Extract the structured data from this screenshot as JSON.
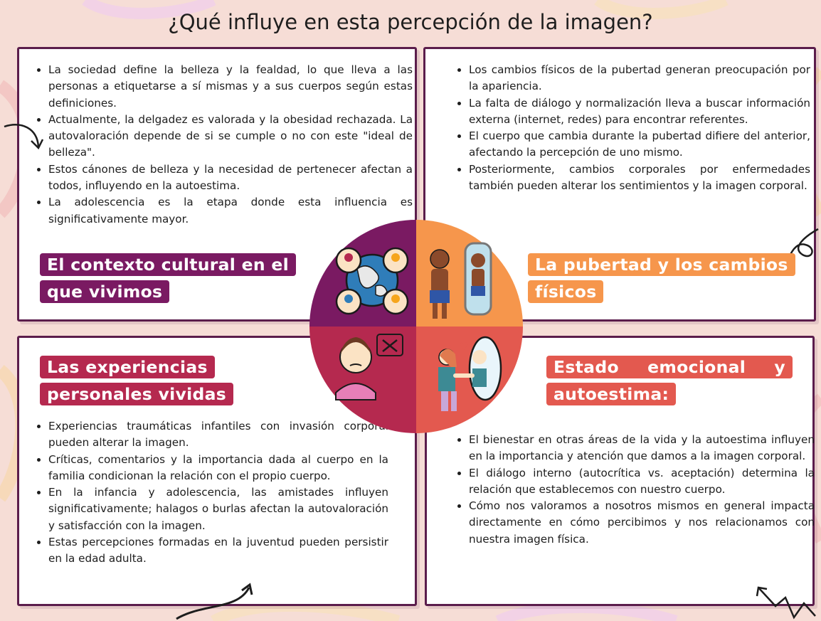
{
  "title": "¿Qué influye en esta percepción de la imagen?",
  "colors": {
    "cultural": "#7a1a62",
    "puberty": "#f6964c",
    "experiences": "#b5294f",
    "emotional": "#e3594f",
    "border": "#5b1d4c"
  },
  "sections": {
    "cultural": {
      "label": "El contexto cultural en el que vivimos",
      "bullets": [
        "La sociedad define la belleza y la fealdad, lo que lleva a las personas a etiquetarse a sí mismas y a sus cuerpos según estas definiciones.",
        "Actualmente, la delgadez es valorada y la obesidad rechazada. La autovaloración depende de si se cumple o no con este \"ideal de belleza\".",
        "Estos cánones de belleza y la necesidad de pertenecer afectan a todos, influyendo en la autoestima.",
        "La adolescencia es la etapa donde esta influencia es significativamente mayor."
      ]
    },
    "puberty": {
      "label": "La pubertad y los cambios físicos",
      "bullets": [
        "Los cambios físicos de la pubertad generan preocupación por la apariencia.",
        "La falta de diálogo y normalización lleva a buscar información externa (internet, redes) para encontrar referentes.",
        "El cuerpo que cambia durante la pubertad difiere del anterior, afectando la percepción de uno mismo.",
        "Posteriormente, cambios corporales por enfermedades también pueden alterar los sentimientos y la imagen corporal."
      ]
    },
    "experiences": {
      "label": "Las experiencias personales vividas",
      "bullets": [
        "Experiencias traumáticas infantiles con invasión corporal pueden alterar la imagen.",
        "Críticas, comentarios y la importancia dada al cuerpo en la familia condicionan la relación con el propio cuerpo.",
        "En la infancia y adolescencia, las amistades influyen significativamente; halagos o burlas afectan la autovaloración y satisfacción con la imagen.",
        "Estas percepciones formadas en la juventud pueden persistir en la edad adulta."
      ]
    },
    "emotional": {
      "label": "Estado emocional y autoestima:",
      "bullets": [
        "El bienestar en otras áreas de la vida y la autoestima influyen en la importancia y atención que damos a la imagen corporal.",
        "El diálogo interno (autocrítica vs. aceptación) determina la relación que establecemos con nuestro cuerpo.",
        "Cómo nos valoramos a nosotros mismos en general impacta directamente en cómo percibimos y nos relacionamos con nuestra imagen física."
      ]
    }
  },
  "icons": {
    "cultural": "globe-people-icon",
    "puberty": "boy-mirror-icon",
    "experiences": "sad-person-icon",
    "emotional": "self-hug-mirror-icon"
  }
}
